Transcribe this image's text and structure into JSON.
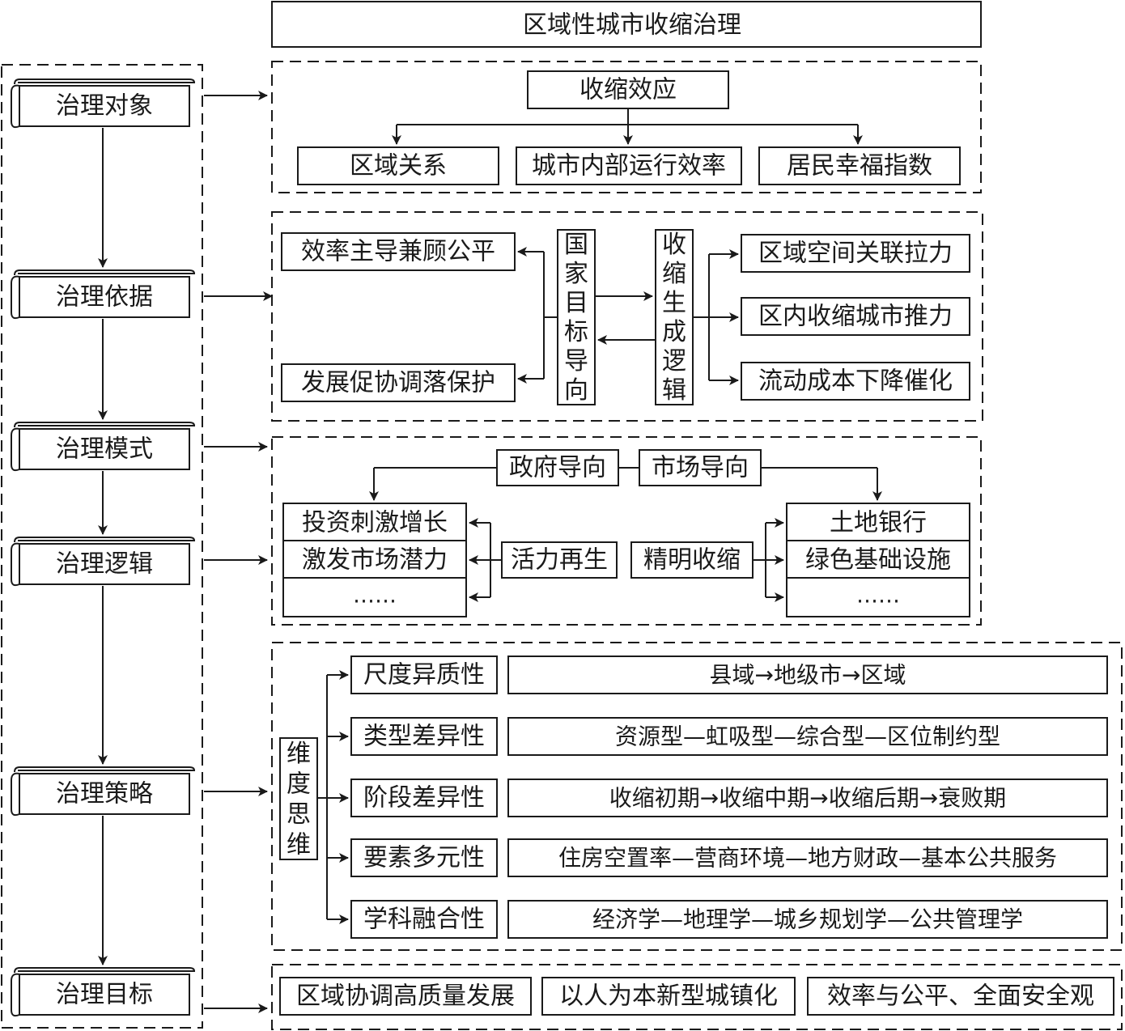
{
  "title": "区域性城市收缩治理",
  "left_column": {
    "items": [
      {
        "label": "治理对象"
      },
      {
        "label": "治理依据"
      },
      {
        "label": "治理模式"
      },
      {
        "label": "治理逻辑"
      },
      {
        "label": "治理策略"
      },
      {
        "label": "治理目标"
      }
    ]
  },
  "object_section": {
    "head": "收缩效应",
    "items": [
      "区域关系",
      "城市内部运行效率",
      "居民幸福指数"
    ]
  },
  "basis_section": {
    "left_items": [
      "效率主导兼顾公平",
      "发展促协调落保护"
    ],
    "national_goal": "国家目标导向",
    "shrink_logic": "收缩生成逻辑",
    "right_items": [
      "区域空间关联拉力",
      "区内收缩城市推力",
      "流动成本下降催化"
    ]
  },
  "mode_section": {
    "gov": "政府导向",
    "market": "市场导向",
    "vitality": "活力再生",
    "smart": "精明收缩",
    "left_list": [
      "投资刺激增长",
      "激发市场潜力",
      "……"
    ],
    "right_list": [
      "土地银行",
      "绿色基础设施",
      "……"
    ]
  },
  "strategy_section": {
    "root": "维度思维",
    "rows": [
      {
        "name": "尺度异质性",
        "detail": "县域→地级市→区域"
      },
      {
        "name": "类型差异性",
        "detail": "资源型—虹吸型—综合型—区位制约型"
      },
      {
        "name": "阶段差异性",
        "detail": "收缩初期→收缩中期→收缩后期→衰败期"
      },
      {
        "name": "要素多元性",
        "detail": "住房空置率—营商环境—地方财政—基本公共服务"
      },
      {
        "name": "学科融合性",
        "detail": "经济学—地理学—城乡规划学—公共管理学"
      }
    ]
  },
  "goal_section": {
    "items": [
      "区域协调高质量发展",
      "以人为本新型城镇化",
      "效率与公平、全面安全观"
    ]
  }
}
